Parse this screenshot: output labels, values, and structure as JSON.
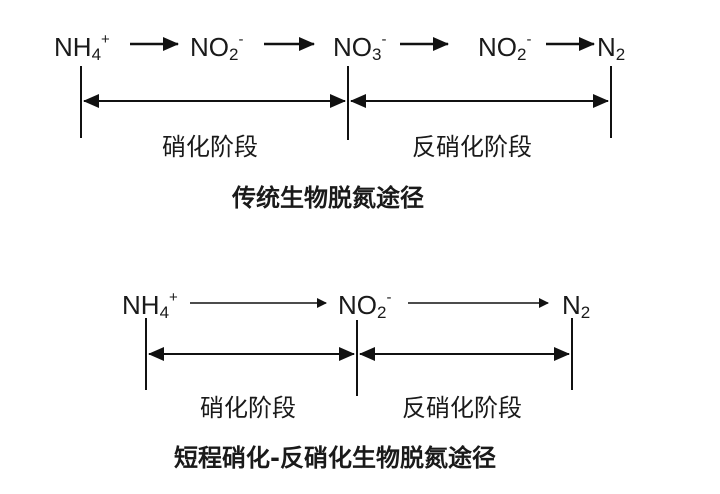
{
  "diagram_top": {
    "species": [
      {
        "base": "NH",
        "sub": "4",
        "sup": "+"
      },
      {
        "base": "NO",
        "sub": "2",
        "sup": "-"
      },
      {
        "base": "NO",
        "sub": "3",
        "sup": "-"
      },
      {
        "base": "NO",
        "sub": "2",
        "sup": "-"
      },
      {
        "base": "N",
        "sub": "2",
        "sup": ""
      }
    ],
    "stage_labels": [
      "硝化阶段",
      "反硝化阶段"
    ],
    "caption": "传统生物脱氮途径"
  },
  "diagram_bottom": {
    "species": [
      {
        "base": "NH",
        "sub": "4",
        "sup": "+"
      },
      {
        "base": "NO",
        "sub": "2",
        "sup": "-"
      },
      {
        "base": "N",
        "sub": "2",
        "sup": ""
      }
    ],
    "stage_labels": [
      "硝化阶段",
      "反硝化阶段"
    ],
    "caption": "短程硝化-反硝化生物脱氮途径"
  }
}
